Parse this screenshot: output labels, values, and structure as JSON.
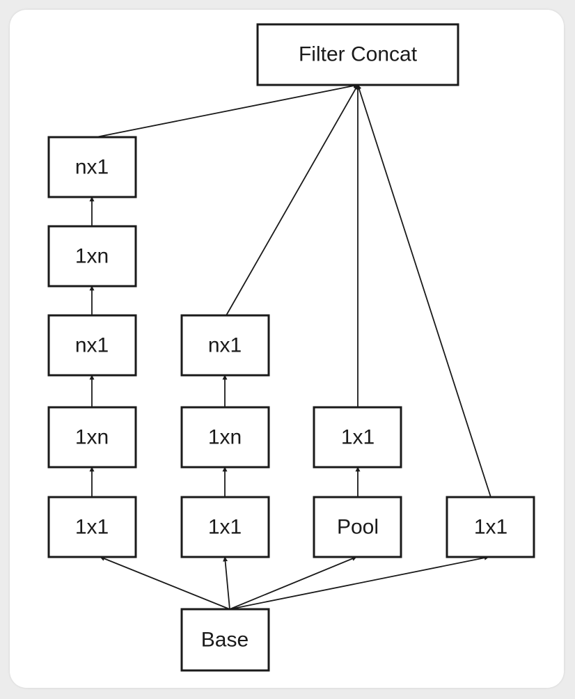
{
  "diagram": {
    "nodes": {
      "filter_concat": "Filter Concat",
      "b1_nx1_top": "nx1",
      "b1_1xn_mid": "1xn",
      "b1_nx1_mid": "nx1",
      "b1_1xn_low": "1xn",
      "b1_1x1": "1x1",
      "b2_nx1": "nx1",
      "b2_1xn": "1xn",
      "b2_1x1": "1x1",
      "b3_1x1": "1x1",
      "b3_pool": "Pool",
      "b4_1x1": "1x1",
      "base": "Base"
    },
    "edges": [
      {
        "from": "base",
        "to": "b1_1x1"
      },
      {
        "from": "base",
        "to": "b2_1x1"
      },
      {
        "from": "base",
        "to": "b3_pool"
      },
      {
        "from": "base",
        "to": "b4_1x1"
      },
      {
        "from": "b1_1x1",
        "to": "b1_1xn_low"
      },
      {
        "from": "b1_1xn_low",
        "to": "b1_nx1_mid"
      },
      {
        "from": "b1_nx1_mid",
        "to": "b1_1xn_mid"
      },
      {
        "from": "b1_1xn_mid",
        "to": "b1_nx1_top"
      },
      {
        "from": "b2_1x1",
        "to": "b2_1xn"
      },
      {
        "from": "b2_1xn",
        "to": "b2_nx1"
      },
      {
        "from": "b3_pool",
        "to": "b3_1x1"
      },
      {
        "from": "b1_nx1_top",
        "to": "filter_concat"
      },
      {
        "from": "b2_nx1",
        "to": "filter_concat"
      },
      {
        "from": "b3_1x1",
        "to": "filter_concat"
      },
      {
        "from": "b4_1x1",
        "to": "filter_concat"
      }
    ]
  }
}
